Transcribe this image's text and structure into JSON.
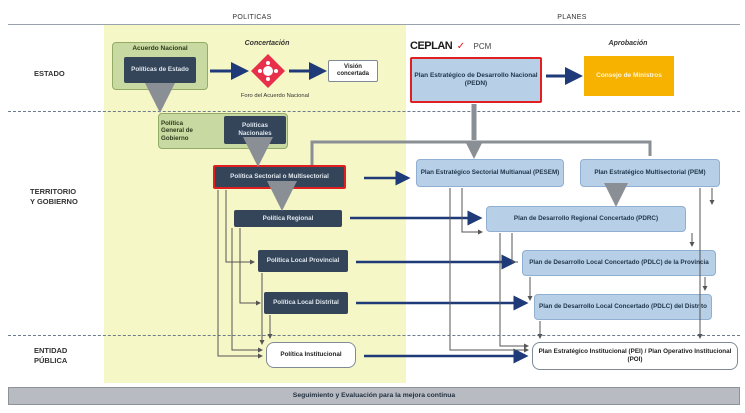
{
  "columns": {
    "left": "POLITICAS",
    "right": "PLANES"
  },
  "rows": {
    "estado": "ESTADO",
    "territorio": "TERRITORIO\nY GOBIERNO",
    "entidad": "ENTIDAD\nPÚBLICA"
  },
  "politicas": {
    "acuerdo_title": "Acuerdo Nacional",
    "politicas_estado": "Políticas de Estado",
    "concertacion": "Concertación",
    "foro": "Foro del Acuerdo Nacional",
    "vision": "Visión concertada",
    "gobierno_label": "Política General de Gobierno",
    "nacionales": "Políticas Nacionales",
    "sectorial": "Política Sectorial o Multisectorial",
    "regional": "Política Regional",
    "local_provincial": "Política Local Provincial",
    "local_distrital": "Política Local Distrital",
    "institucional": "Política Institucional"
  },
  "planes": {
    "logo_ceplan": "CEPLAN",
    "logo_pcm": "PCM",
    "aprobacion": "Aprobación",
    "pedn": "Plan Estratégico de Desarrollo Nacional (PEDN)",
    "consejo": "Consejo de Ministros",
    "pesem": "Plan Estratégico Sectorial Multianual (PESEM)",
    "pem": "Plan Estratégico Multisectorial (PEM)",
    "pdrc": "Plan de Desarrollo Regional Concertado (PDRC)",
    "pdlc_prov": "Plan de Desarrollo Local Concertado (PDLC) de la Provincia",
    "pdlc_dist": "Plan de Desarrollo Local Concertado (PDLC) del Distrito",
    "pei_poi": "Plan Estratégico Institucional (PEI) / Plan Operativo Institucional (POI)"
  },
  "footer": "Seguimiento y Evaluación para la mejora continua",
  "colors": {
    "left_background": "#f6f7c6",
    "navy": "#344559",
    "light_blue": "#b7cfe7",
    "highlight_red": "#e02020",
    "approval_gold": "#f7b200",
    "concertation_red": "#e8304a",
    "footer_gray": "#b8bcc2"
  },
  "icons": {
    "concertation": "red-diamond-network-icon",
    "logo": "ceplan-pcm-logo"
  }
}
